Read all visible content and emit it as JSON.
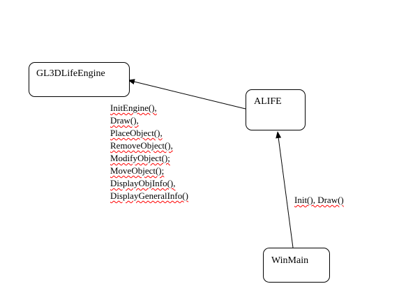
{
  "diagram": {
    "nodes": [
      {
        "id": "gl3d",
        "label": "GL3DLifeEngine"
      },
      {
        "id": "alife",
        "label": "ALIFE"
      },
      {
        "id": "winmain",
        "label": "WinMain"
      }
    ],
    "edges": [
      {
        "from": "alife",
        "to": "gl3d",
        "methods": [
          "InitEngine(),",
          "Draw(),",
          "PlaceObject(),",
          "RemoveObject(),",
          "ModifyObject();",
          "MoveObject();",
          "DisplayObjInfo(),",
          "DisplayGeneralInfo()"
        ]
      },
      {
        "from": "winmain",
        "to": "alife",
        "label": "Init(), Draw()"
      }
    ],
    "colors": {
      "stroke": "#000000",
      "spellcheck_underline": "#ff0000",
      "background": "#ffffff"
    }
  }
}
